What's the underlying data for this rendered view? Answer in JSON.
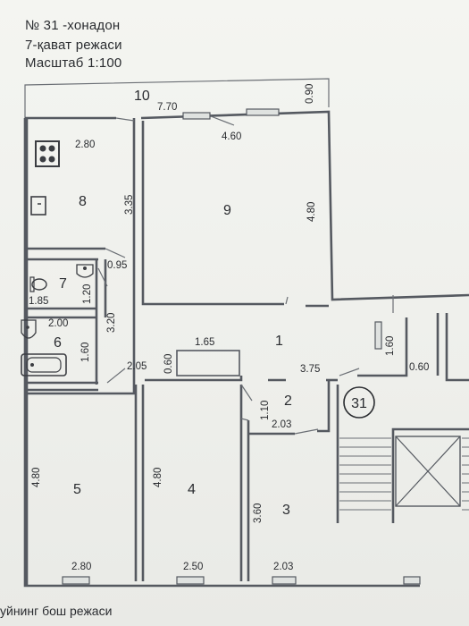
{
  "header": {
    "apartment_no": "№ 31  -хонадон",
    "floor_plan": "7-қават режаси",
    "scale": "Масштаб  1:100"
  },
  "footer": {
    "text": "уйнинг бош  режаси"
  },
  "rooms": {
    "r1": "1",
    "r2": "2",
    "r3": "3",
    "r4": "4",
    "r5": "5",
    "r6": "6",
    "r7": "7",
    "r8": "8",
    "r9": "9",
    "r10": "10",
    "apartment_circle": "31"
  },
  "dimensions": {
    "d_7_70": "7.70",
    "d_0_90": "0.90",
    "d_2_80_top": "2.80",
    "d_4_60": "4.60",
    "d_3_35": "3.35",
    "d_4_80_r9": "4.80",
    "d_0_95": "0.95",
    "d_1_20": "1.20",
    "d_1_85": "1.85",
    "d_3_20": "3.20",
    "d_2_00": "2.00",
    "d_1_60_r6": "1.60",
    "d_1_65": "1.65",
    "d_0_60_left": "0.60",
    "d_2_05": "2.05",
    "d_3_75": "3.75",
    "d_1_60_right": "1.60",
    "d_0_60_right": "0.60",
    "d_1_10": "1.10",
    "d_2_03_mid": "2.03",
    "d_4_80_r5": "4.80",
    "d_4_80_r4": "4.80",
    "d_3_60": "3.60",
    "d_2_80_bottom": "2.80",
    "d_2_50": "2.50",
    "d_2_03_bottom": "2.03"
  }
}
